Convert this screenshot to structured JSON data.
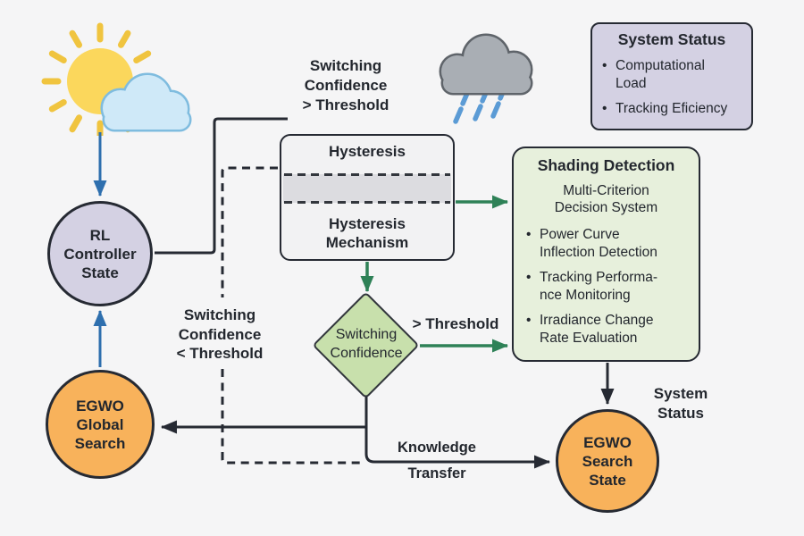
{
  "bullet_char": "•",
  "colors": {
    "background": "#f5f5f6",
    "node_lavender": "#d4d1e3",
    "node_orange": "#f8b25b",
    "diamond_green": "#c8e0ac",
    "shading_green": "#e7f0dc",
    "hysteresis_gray": "#f2f2f3",
    "band_gray": "#dcdce0",
    "edge_dark": "#262a33",
    "edge_green": "#2e8157",
    "edge_blue": "#2e6fae",
    "sun_yellow": "#fbd75c",
    "sun_ray_gold": "#f0c43f",
    "cloud_blue": "#cfe9f8",
    "rain_cloud_gray": "#a9aeb4",
    "rain_drop_blue": "#5b9bd5"
  },
  "icons": {
    "sun_cloud": "partly-sunny weather icon (sun with light blue cloud)",
    "rain_cloud": "gray rain cloud with falling rain"
  },
  "nodes": {
    "rl_controller_state": {
      "label": "RL\nController\nState"
    },
    "egwo_global_search": {
      "label": "EGWO\nGlobal\nSearch"
    },
    "egwo_search_state": {
      "label": "EGWO\nSearch\nState"
    },
    "hysteresis": {
      "title": "Hysteresis",
      "mechanism_label": "Hysteresis\nMechanism"
    },
    "switching_confidence_decision": {
      "label": "Switching\nConfidence"
    },
    "shading_detection": {
      "title": "Shading Detection",
      "subtitle": "Multi-Criterion\nDecision System",
      "bullets": [
        "Power Curve\nInflection Detection",
        "Tracking Performa-\nnce Monitoring",
        "Irradiance Change\nRate Evaluation"
      ]
    }
  },
  "legend": {
    "title": "System Status",
    "bullets": [
      "Computational\nLoad",
      "Tracking Eficiency"
    ]
  },
  "edge_labels": {
    "confidence_above": "Switching\nConfidence\n> Threshold",
    "confidence_below": "Switching\nConfidence\n< Threshold",
    "threshold_exceeded": "> Threshold",
    "knowledge_line1": "Knowledge",
    "knowledge_line2": "Transfer",
    "system_status": "System\nStatus"
  }
}
